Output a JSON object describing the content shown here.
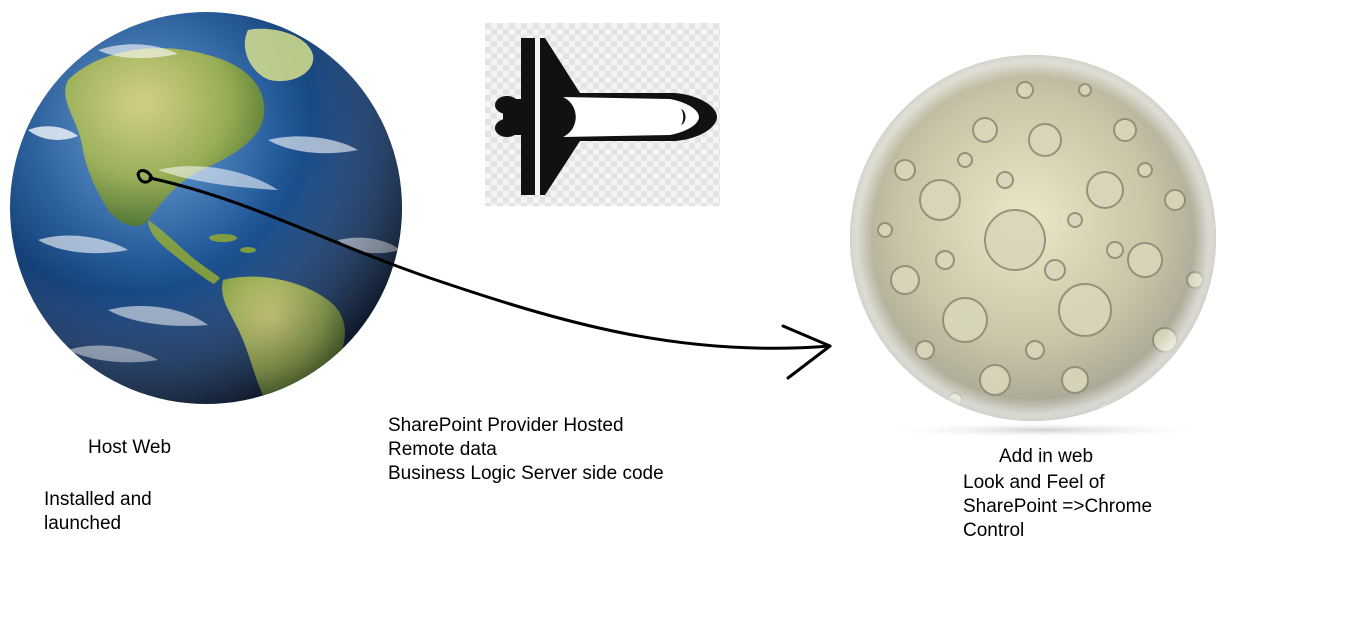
{
  "host_web": {
    "title": "Host Web",
    "description_lines": [
      "Installed and",
      "launched"
    ]
  },
  "provider": {
    "lines": [
      "SharePoint Provider Hosted",
      "Remote data",
      "Business Logic Server side code"
    ]
  },
  "add_in_web": {
    "title": "Add in web",
    "description_lines": [
      "Look and Feel of",
      "SharePoint =>Chrome",
      "Control"
    ]
  },
  "colors": {
    "ocean": "#1d4f8c",
    "land": "#8fa845",
    "moon": "#c9c5a8",
    "arrow": "#000000",
    "shuttle": "#111111"
  },
  "icons": {
    "earth": "earth-globe-icon",
    "moon": "moon-icon",
    "shuttle": "space-shuttle-icon",
    "arrow": "curved-arrow"
  }
}
